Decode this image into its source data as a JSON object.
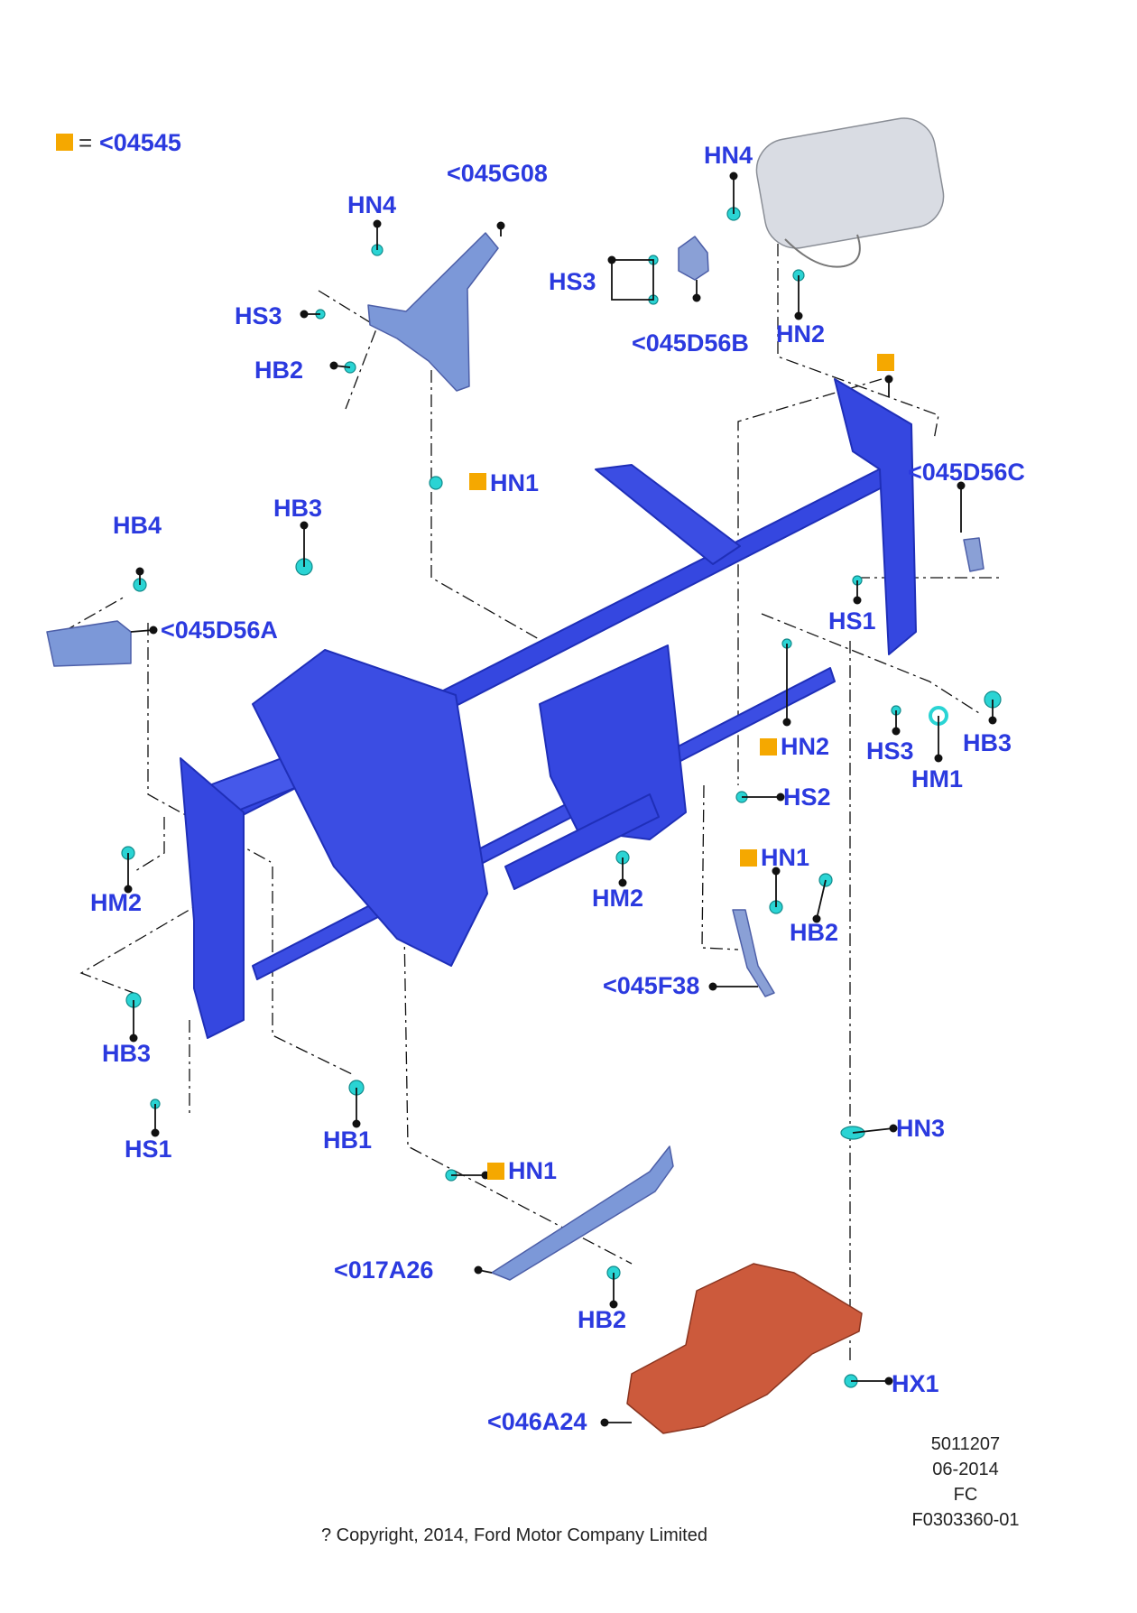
{
  "colors": {
    "label": "#2b3adf",
    "marker": "#f5a800",
    "frame": "#3547e0",
    "frame_dark": "#1f2fb8",
    "fastener": "#2ad4d4",
    "bracket": "#7c98d8",
    "airbag": "#d9dce3",
    "module": "#cc5a3c",
    "leader": "#111111"
  },
  "legend": {
    "text": "<04545",
    "equals": "="
  },
  "labels": [
    {
      "id": "hn4-left",
      "text": "HN4",
      "marker": false
    },
    {
      "id": "045g08",
      "text": "<045G08",
      "marker": false
    },
    {
      "id": "hs3-left",
      "text": "HS3",
      "marker": false
    },
    {
      "id": "hb2-top",
      "text": "HB2",
      "marker": false
    },
    {
      "id": "hn4-right",
      "text": "HN4",
      "marker": false
    },
    {
      "id": "hs3-top",
      "text": "HS3",
      "marker": false
    },
    {
      "id": "045d56b",
      "text": "<045D56B",
      "marker": false
    },
    {
      "id": "hn2-top",
      "text": "HN2",
      "marker": false
    },
    {
      "id": "marker-right",
      "text": "",
      "marker": true
    },
    {
      "id": "045d56c",
      "text": "<045D56C",
      "marker": false
    },
    {
      "id": "hn1-top",
      "text": "HN1",
      "marker": true
    },
    {
      "id": "hb4",
      "text": "HB4",
      "marker": false
    },
    {
      "id": "hb3-top",
      "text": "HB3",
      "marker": false
    },
    {
      "id": "045d56a",
      "text": "<045D56A",
      "marker": false
    },
    {
      "id": "hs1-right",
      "text": "HS1",
      "marker": false
    },
    {
      "id": "hn2-mid",
      "text": "HN2",
      "marker": true
    },
    {
      "id": "hs3-right",
      "text": "HS3",
      "marker": false
    },
    {
      "id": "hb3-right",
      "text": "HB3",
      "marker": false
    },
    {
      "id": "hm1",
      "text": "HM1",
      "marker": false
    },
    {
      "id": "hs2",
      "text": "HS2",
      "marker": false
    },
    {
      "id": "hn1-mid",
      "text": "HN1",
      "marker": true
    },
    {
      "id": "hm2-left",
      "text": "HM2",
      "marker": false
    },
    {
      "id": "hm2-mid",
      "text": "HM2",
      "marker": false
    },
    {
      "id": "hb2-mid",
      "text": "HB2",
      "marker": false
    },
    {
      "id": "045f38",
      "text": "<045F38",
      "marker": false
    },
    {
      "id": "hb3-left",
      "text": "HB3",
      "marker": false
    },
    {
      "id": "hs1-left",
      "text": "HS1",
      "marker": false
    },
    {
      "id": "hb1",
      "text": "HB1",
      "marker": false
    },
    {
      "id": "hn3",
      "text": "HN3",
      "marker": false
    },
    {
      "id": "hn1-bottom",
      "text": "HN1",
      "marker": true
    },
    {
      "id": "017a26",
      "text": "<017A26",
      "marker": false
    },
    {
      "id": "hb2-bottom",
      "text": "HB2",
      "marker": false
    },
    {
      "id": "hx1",
      "text": "HX1",
      "marker": false
    },
    {
      "id": "046a24",
      "text": "<046A24",
      "marker": false
    }
  ],
  "footer": {
    "ref_lines": [
      "5011207",
      "06-2014",
      "FC",
      "F0303360-01"
    ],
    "copyright": "? Copyright, 2014, Ford Motor Company Limited"
  }
}
